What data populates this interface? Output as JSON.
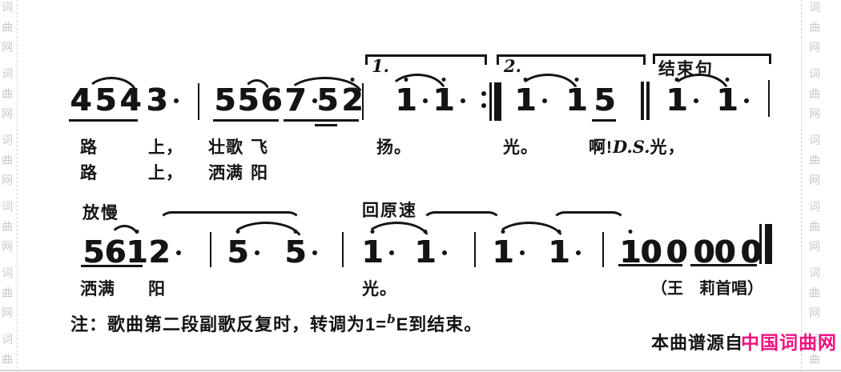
{
  "colors": {
    "ink": "#141414",
    "pink": "#f0127f",
    "watermark": "#c9c9c9"
  },
  "watermark_chars": [
    "词",
    "曲",
    "网"
  ],
  "tempo_marks": {
    "slow": "放慢",
    "atempo": "回原速"
  },
  "volta": {
    "first": "1.",
    "second": "2.",
    "coda": "结束句"
  },
  "score": {
    "row1": [
      "4",
      "5",
      "4",
      "3",
      "5",
      "5",
      "6",
      "7",
      "5",
      "2",
      "1",
      "1",
      "1",
      "1",
      "5",
      "1",
      "1"
    ],
    "row2": [
      "5",
      "6",
      "1",
      "2",
      "5",
      "5",
      "1",
      "1",
      "1",
      "1",
      "1",
      "0",
      "0",
      "0",
      "0",
      "0"
    ]
  },
  "lyrics": {
    "r1a": [
      "路",
      "上，",
      "壮歌",
      "飞",
      "扬。",
      "光。"
    ],
    "r1a_tail": {
      "a": "啊!",
      "ds": "D.S.",
      "rest": "光，"
    },
    "r1b": [
      "路",
      "上，",
      "洒满",
      "阳"
    ],
    "r2": [
      "洒满",
      "阳",
      "光。"
    ],
    "credit": "（王　莉首唱）"
  },
  "note_line": {
    "prefix": "注：歌曲第二段副歌反复时，转调为1=",
    "flat": "b",
    "suffix": "E到结束。"
  },
  "footer": {
    "source": "本曲谱源自",
    "site": "中国词曲网"
  }
}
